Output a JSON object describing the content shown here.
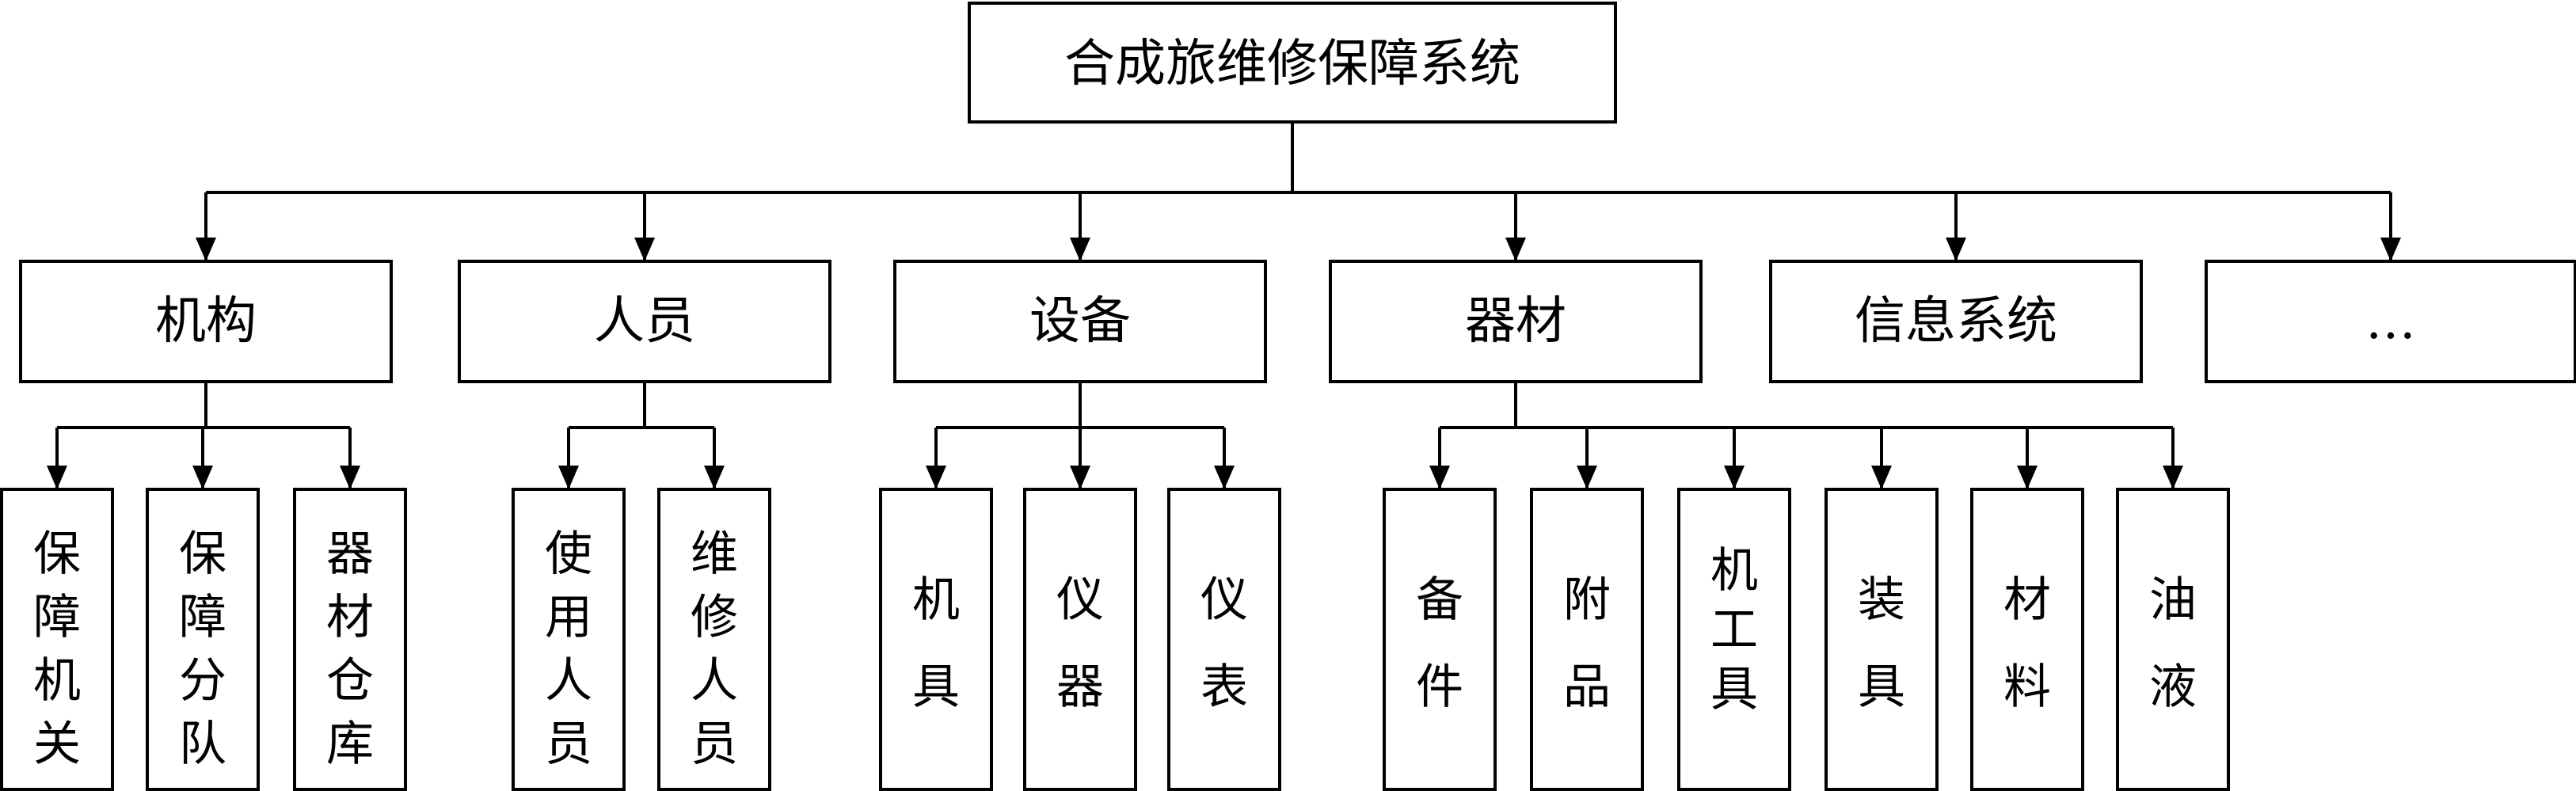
{
  "root": {
    "label": "合成旅维修保障系统"
  },
  "categories": [
    {
      "label": "机构",
      "children": [
        "保障机关",
        "保障分队",
        "器材仓库"
      ]
    },
    {
      "label": "人员",
      "children": [
        "使用人员",
        "维修人员"
      ]
    },
    {
      "label": "设备",
      "children": [
        "机具",
        "仪器",
        "仪表"
      ]
    },
    {
      "label": "器材",
      "children": [
        "备件",
        "附品",
        "机工具",
        "装具",
        "材料",
        "油液"
      ]
    },
    {
      "label": "信息系统",
      "children": []
    },
    {
      "label": "…",
      "children": []
    }
  ]
}
